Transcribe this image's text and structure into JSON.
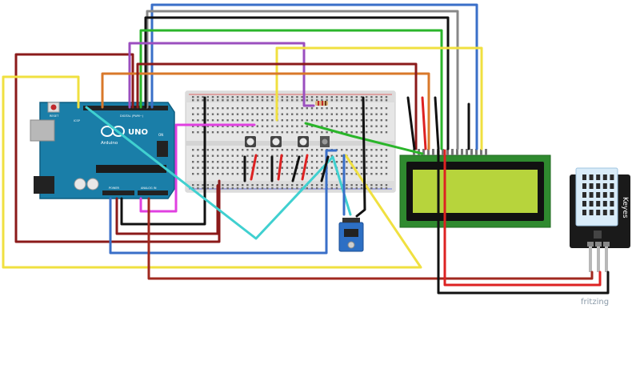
{
  "components": {
    "arduino": {
      "board_name": "UNO",
      "brand": "Arduino",
      "reset_label": "RESET",
      "icsp_label": "ICSP",
      "digital_header_label": "DIGITAL (PWM~)",
      "power_header_label": "POWER",
      "analog_header_label": "ANALOG IN",
      "on_label": "ON"
    },
    "dht_module": {
      "brand": "Keyes"
    },
    "watermark": "fritzing"
  },
  "colors": {
    "board": "#1a7ea8",
    "lcd_pcb": "#2f8a2f",
    "lcd_screen": "#b7d43c",
    "dht_body": "#d9ecf9",
    "breadboard": "#e8e8e8",
    "rtc_module": "#2d6fc4"
  },
  "wire_colors": [
    "#8b1a1a",
    "#f0e040",
    "#3a6fc8",
    "#2ab52a",
    "#9b4fbf",
    "#888888",
    "#111111",
    "#d9782a",
    "#e040e0",
    "#40d0d0",
    "#a0291f"
  ]
}
